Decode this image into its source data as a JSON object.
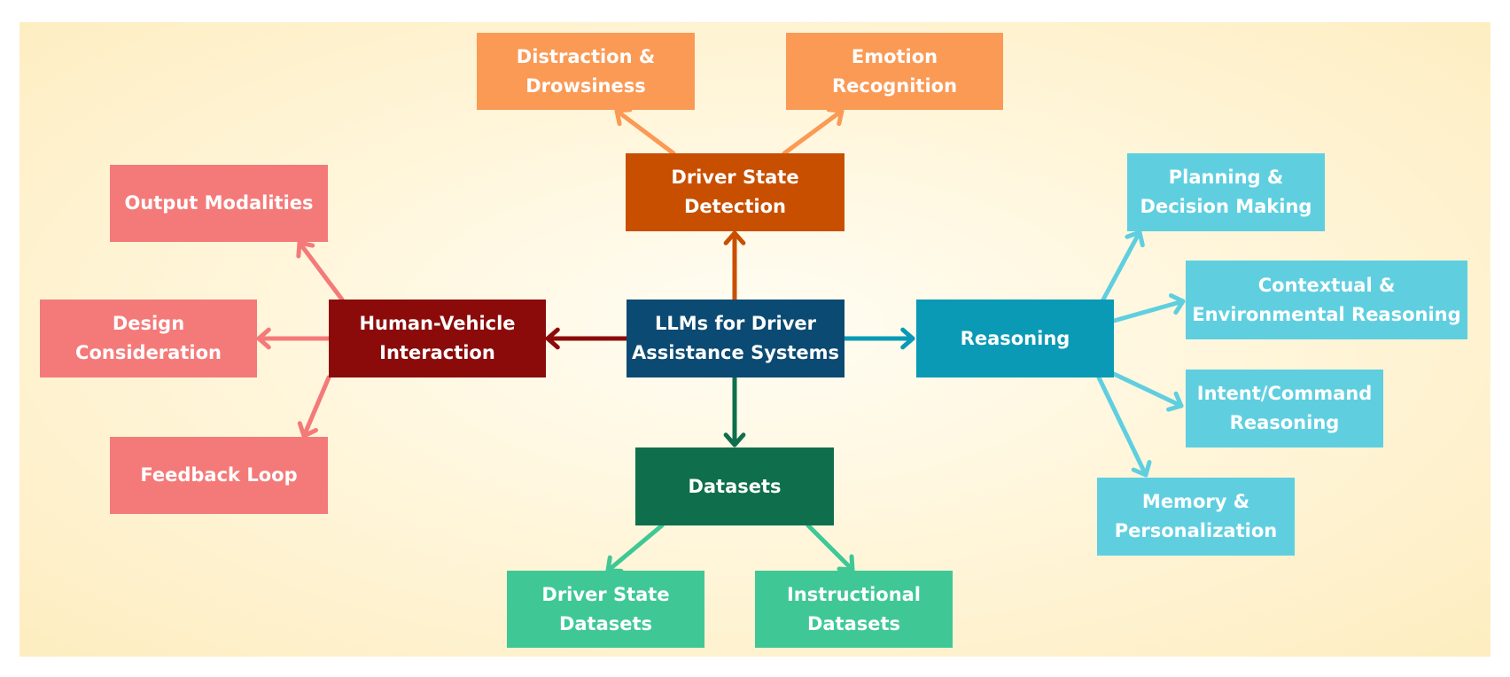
{
  "center": {
    "label": "LLMs for Driver\nAssistance Systems",
    "color": "#0b4a72"
  },
  "branches": {
    "driver_state": {
      "label": "Driver State\nDetection",
      "color": "#c94f00",
      "child_color": "#fb9a55",
      "children": [
        "Distraction &\nDrowsiness",
        "Emotion\nRecognition"
      ]
    },
    "hvi": {
      "label": "Human-Vehicle\nInteraction",
      "color": "#8b0b0b",
      "child_color": "#f47a79",
      "children": [
        "Output Modalities",
        "Design\nConsideration",
        "Feedback Loop"
      ]
    },
    "reasoning": {
      "label": "Reasoning",
      "color": "#0a9ab5",
      "child_color": "#5fcfe0",
      "children": [
        "Planning &\nDecision Making",
        "Contextual &\nEnvironmental Reasoning",
        "Intent/Command\nReasoning",
        "Memory &\nPersonalization"
      ]
    },
    "datasets": {
      "label": "Datasets",
      "color": "#0f6f4c",
      "child_color": "#3fc896",
      "children": [
        "Driver State\nDatasets",
        "Instructional\nDatasets"
      ]
    }
  }
}
